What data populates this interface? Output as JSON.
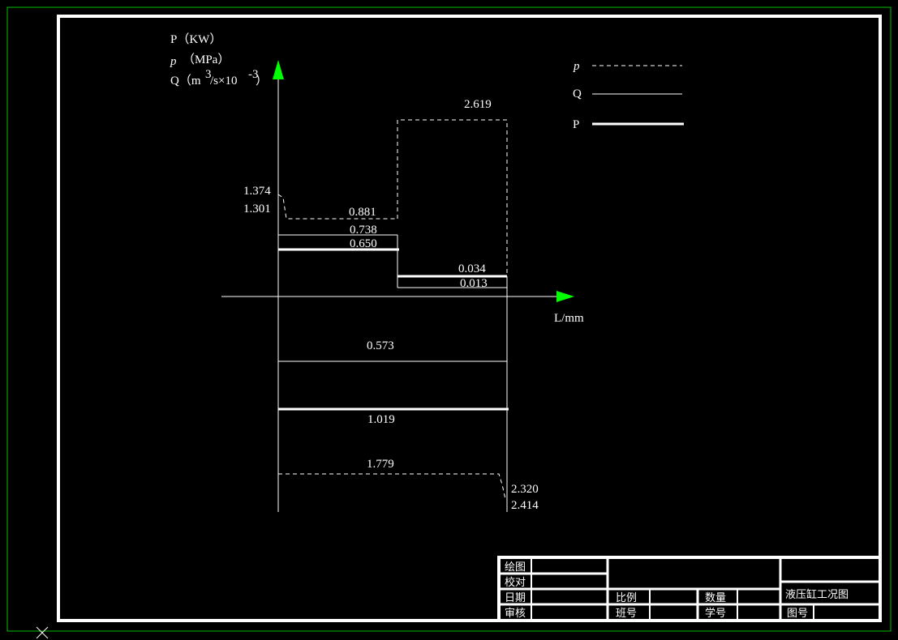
{
  "axis_labels": {
    "p_power": "P（KW）",
    "p_pressure_sym": "p",
    "p_pressure_unit": "（MPa）",
    "q_flow": "Q（m",
    "q_flow_sup": "3",
    "q_flow_mid": "/s×10",
    "q_flow_sup2": "-3",
    "q_flow_end": "）",
    "x_axis": "L/mm"
  },
  "legend": {
    "p_pressure": "p",
    "q_flow": "Q",
    "p_power": "P"
  },
  "values": {
    "v2619": "2.619",
    "v1374": "1.374",
    "v1301": "1.301",
    "v0881": "0.881",
    "v0738": "0.738",
    "v0650": "0.650",
    "v0034": "0.034",
    "v0013": "0.013",
    "v0573": "0.573",
    "v1019": "1.019",
    "v1779": "1.779",
    "v2320": "2.320",
    "v2414": "2.414"
  },
  "title_block": {
    "drawn": "绘图",
    "checked": "校对",
    "date": "日期",
    "reviewed": "审核",
    "scale": "比例",
    "class_no": "班号",
    "quantity": "数量",
    "student_no": "学号",
    "drawing_title": "液压缸工况图",
    "drawing_no": "图号"
  },
  "colors": {
    "background": "#000000",
    "frame": "#ffffff",
    "outer_border": "#00c000",
    "arrow": "#00ff00"
  }
}
